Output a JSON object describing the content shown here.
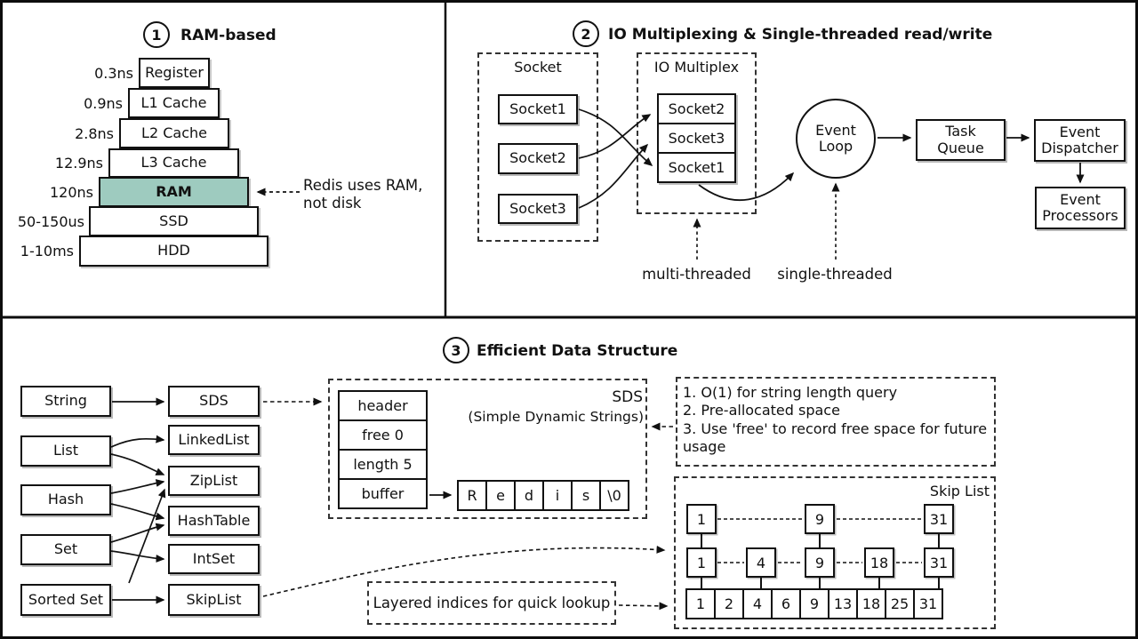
{
  "colors": {
    "ram_highlight": "#9ecbbf",
    "ink": "#111111",
    "paper": "#ffffff"
  },
  "panel1": {
    "number": "1",
    "title": "RAM-based",
    "pyramid": [
      {
        "time": "0.3ns",
        "label": "Register"
      },
      {
        "time": "0.9ns",
        "label": "L1 Cache"
      },
      {
        "time": "2.8ns",
        "label": "L2 Cache"
      },
      {
        "time": "12.9ns",
        "label": "L3 Cache"
      },
      {
        "time": "120ns",
        "label": "RAM"
      },
      {
        "time": "50-150us",
        "label": "SSD"
      },
      {
        "time": "1-10ms",
        "label": "HDD"
      }
    ],
    "annotation_line1": "Redis uses RAM,",
    "annotation_line2": "not disk"
  },
  "panel2": {
    "number": "2",
    "title": "IO Multiplexing & Single-threaded read/write",
    "socket_group_label": "Socket",
    "socket_items": [
      "Socket1",
      "Socket2",
      "Socket3"
    ],
    "multiplex_group_label": "IO Multiplex",
    "multiplex_items": [
      "Socket2",
      "Socket3",
      "Socket1"
    ],
    "event_loop": "Event Loop",
    "task_queue": "Task Queue",
    "event_dispatcher": "Event Dispatcher",
    "event_processors": "Event Processors",
    "multi_threaded": "multi-threaded",
    "single_threaded": "single-threaded"
  },
  "panel3": {
    "number": "3",
    "title": "Efficient Data Structure",
    "types": [
      "String",
      "List",
      "Hash",
      "Set",
      "Sorted Set"
    ],
    "structures": [
      "SDS",
      "LinkedList",
      "ZipList",
      "HashTable",
      "IntSet",
      "SkipList"
    ],
    "sds": {
      "fields": [
        "header",
        "free 0",
        "length 5",
        "buffer"
      ],
      "chars": [
        "R",
        "e",
        "d",
        "i",
        "s",
        "\\0"
      ],
      "label": "SDS",
      "sublabel": "(Simple Dynamic Strings)",
      "notes": [
        "1. O(1) for string length query",
        "2. Pre-allocated space",
        "3. Use 'free' to record free space for future usage"
      ]
    },
    "skiplist": {
      "label": "Skip List",
      "level1": [
        "1",
        "9",
        "31"
      ],
      "level2": [
        "1",
        "4",
        "9",
        "18",
        "31"
      ],
      "level3": [
        "1",
        "2",
        "4",
        "6",
        "9",
        "13",
        "18",
        "25",
        "31"
      ],
      "note": "Layered indices for quick lookup"
    }
  }
}
